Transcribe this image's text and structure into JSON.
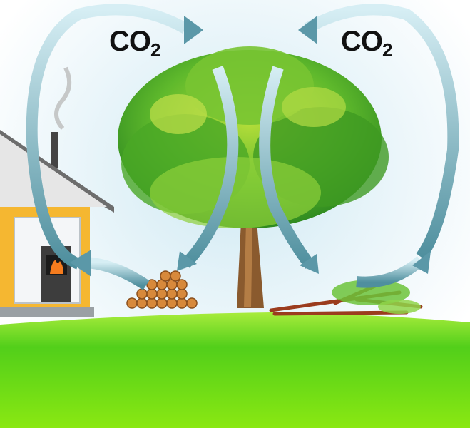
{
  "labels": {
    "left_co2": {
      "text": "CO",
      "subscript": "2"
    },
    "right_co2": {
      "text": "CO",
      "subscript": "2"
    }
  },
  "colors": {
    "arrow": "#5fa3b3",
    "ground": "#7ee21e",
    "tree_foliage": "#56b62a",
    "house_wall": "#f5b731",
    "fire": "#f57c1e"
  },
  "icons": [
    "house-icon",
    "stove-fire-icon",
    "tree-icon",
    "woodpile-icon",
    "fallen-branches-icon",
    "cycle-arrow-icon"
  ]
}
